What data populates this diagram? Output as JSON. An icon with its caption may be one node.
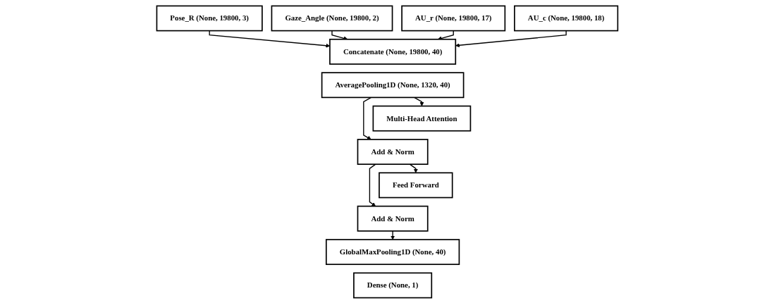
{
  "diagram": {
    "nodes": [
      {
        "text": [
          "Pose_R (None, 19800, 3)"
        ]
      },
      {
        "text": [
          "Gaze_Angle (None, 19800, 2)"
        ]
      },
      {
        "text": [
          "AU_r (None, 19800, 17)"
        ]
      },
      {
        "text": [
          "AU_c (None, 19800, 18)"
        ]
      },
      {
        "text": [
          "Concatenate (None, 19800, 40)"
        ]
      },
      {
        "text": [
          "AveragePooling1D (None, 1320, 40)"
        ]
      },
      {
        "text": [
          "Multi-Head Attention"
        ]
      },
      {
        "text": [
          "Add & Norm"
        ]
      },
      {
        "text": [
          "Feed Forward"
        ]
      },
      {
        "text": [
          "Add & Norm"
        ]
      },
      {
        "text": [
          "GlobalMaxPooling1D (None, 40)"
        ]
      },
      {
        "text": [
          "Dense (None, 1)"
        ]
      }
    ],
    "edges": [
      {
        "from": 0,
        "to": 4,
        "arrow": "to"
      },
      {
        "from": 1,
        "to": 4,
        "arrow": "to"
      },
      {
        "from": 2,
        "to": 4,
        "arrow": "to"
      },
      {
        "from": 3,
        "to": 4,
        "arrow": "to"
      },
      {
        "from": 5,
        "to": 6,
        "arrow": "to"
      },
      {
        "from": 5,
        "to": 7,
        "arrow": "to"
      },
      {
        "from": 7,
        "to": 8,
        "arrow": "to"
      },
      {
        "from": 7,
        "to": 9,
        "arrow": "to"
      },
      {
        "from": 9,
        "to": 10,
        "arrow": "to"
      }
    ]
  }
}
